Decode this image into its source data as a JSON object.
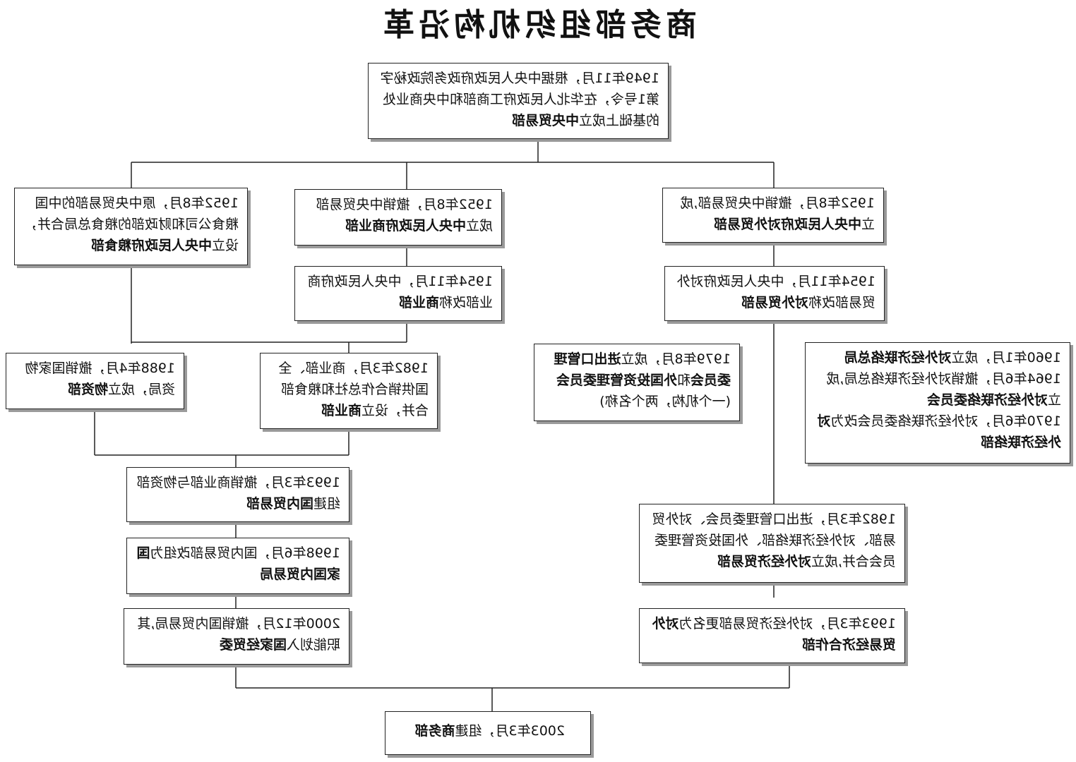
{
  "title": "商务部组织机构沿革",
  "nodes": {
    "n1949": {
      "text": "1949年11月，根据中央人民政府政务院政秘字第1号令，在华北人民政府工商部和中央商业处的基础上成立",
      "bold": "中央贸易部"
    },
    "n1952food": {
      "text": "1952年8月，原中央贸易部的中国粮食公司和财政部的粮食总局合并，设立",
      "bold": "中央人民政府粮食部"
    },
    "n1952commerce": {
      "text": "1952年8月，撤销中央贸易部成立",
      "bold": "中央人民政府商业部"
    },
    "n1952foreign": {
      "text": "1952年8月，撤销中央贸易部,成立",
      "bold": "中央人民政府对外贸易部"
    },
    "n1954commerce": {
      "text": "1954年11月，中央人民政府商业部改称",
      "bold": "商业部"
    },
    "n1954foreign": {
      "text": "1954年11月，中央人民政府对外贸易部改称",
      "bold": "对外贸易部"
    },
    "n1988": {
      "text": "1988年4月，撤销国家物资局，成立",
      "bold": "物资部"
    },
    "n1982commerce": {
      "text": "1982年3月，商业部、全国供销合作总社和粮食部合并，设立",
      "bold": "商业部"
    },
    "n1979": {
      "text": "1979年8月，成立",
      "bold1": "进出口管理委员会",
      "mid": "和",
      "bold2": "外国投资管理委员会",
      "tail": "(一个机构，两个名称)"
    },
    "n1960": {
      "text1": "1960年1月，成立",
      "bold1": "对外经济联络总局",
      "text2": "1964年6月，撤销对外经济联络总局,成立",
      "bold2": "对外经济联络委员会",
      "text3": "1970年6月，对外经济联络委员会改为",
      "bold3": "对外经济联络部"
    },
    "n1993domestic": {
      "text": "1993年3月，撤销商业部与物资部组建",
      "bold": "国内贸易部"
    },
    "n1998": {
      "text": "1998年6月，国内贸易部改组为",
      "bold": "国家国内贸易局"
    },
    "n2000": {
      "text": "2000年12月，撤销国内贸易局,其职能划入",
      "bold": "国家经贸委"
    },
    "n1982foreign": {
      "text": "1982年3月，进出口管理委员会、对外贸易部、对外经济联络部、外国投资管理委员会合并,成立",
      "bold": "对外经济贸易部"
    },
    "n1993foreign": {
      "text": "1993年3月，对外经济贸易部更名为",
      "bold": "对外贸易经济合作部"
    },
    "n2003": {
      "text": "2003年3月，组建",
      "bold": "商务部"
    }
  }
}
